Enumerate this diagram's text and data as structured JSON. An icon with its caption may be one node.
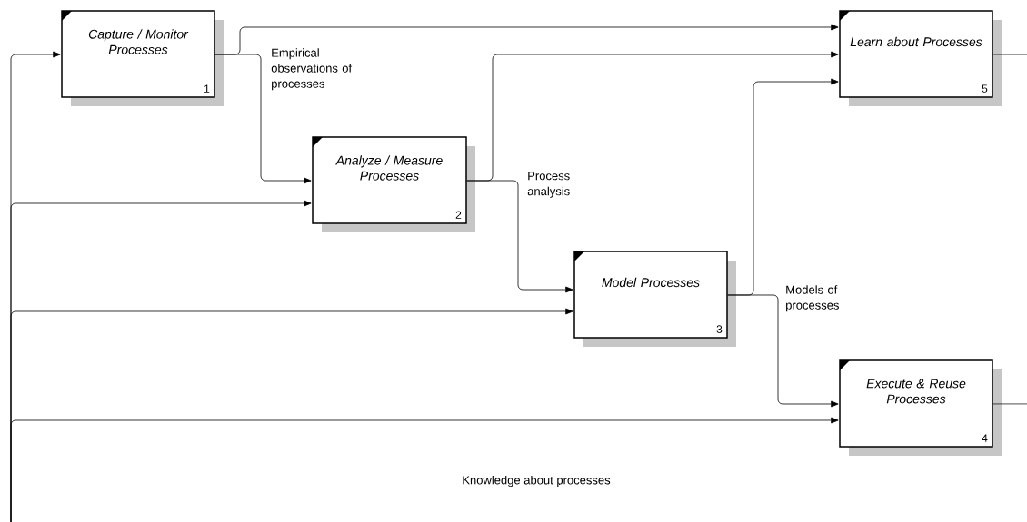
{
  "diagram": {
    "nodes": [
      {
        "text": [
          "Capture / Monitor Processes",
          "1"
        ]
      },
      {
        "text": [
          "Analyze / Measure Processes",
          "2"
        ]
      },
      {
        "text": [
          "Model Processes",
          "3"
        ]
      },
      {
        "text": [
          "Execute & Reuse Processes",
          "4"
        ]
      },
      {
        "text": [
          "Learn about Processes",
          "5"
        ]
      }
    ],
    "edges": [
      {
        "from": 0,
        "to": 1,
        "arrow": "to",
        "label": "Empirical observations of processes"
      },
      {
        "from": 0,
        "to": 4,
        "arrow": "to"
      },
      {
        "from": 1,
        "to": 2,
        "arrow": "to",
        "label": "Process analysis"
      },
      {
        "from": 1,
        "to": 4,
        "arrow": "to"
      },
      {
        "from": 2,
        "to": 3,
        "arrow": "to",
        "label": "Models of processes"
      },
      {
        "from": 2,
        "to": 4,
        "arrow": "to"
      },
      {
        "from": 4,
        "to": null,
        "arrow": "none"
      },
      {
        "from": 3,
        "to": null,
        "arrow": "none"
      },
      {
        "from": null,
        "to": 0,
        "arrow": "to"
      },
      {
        "from": null,
        "to": 1,
        "arrow": "to"
      },
      {
        "from": null,
        "to": 2,
        "arrow": "to"
      },
      {
        "from": null,
        "to": 3,
        "arrow": "to"
      }
    ],
    "labels": [
      "Knowledge about processes"
    ]
  }
}
